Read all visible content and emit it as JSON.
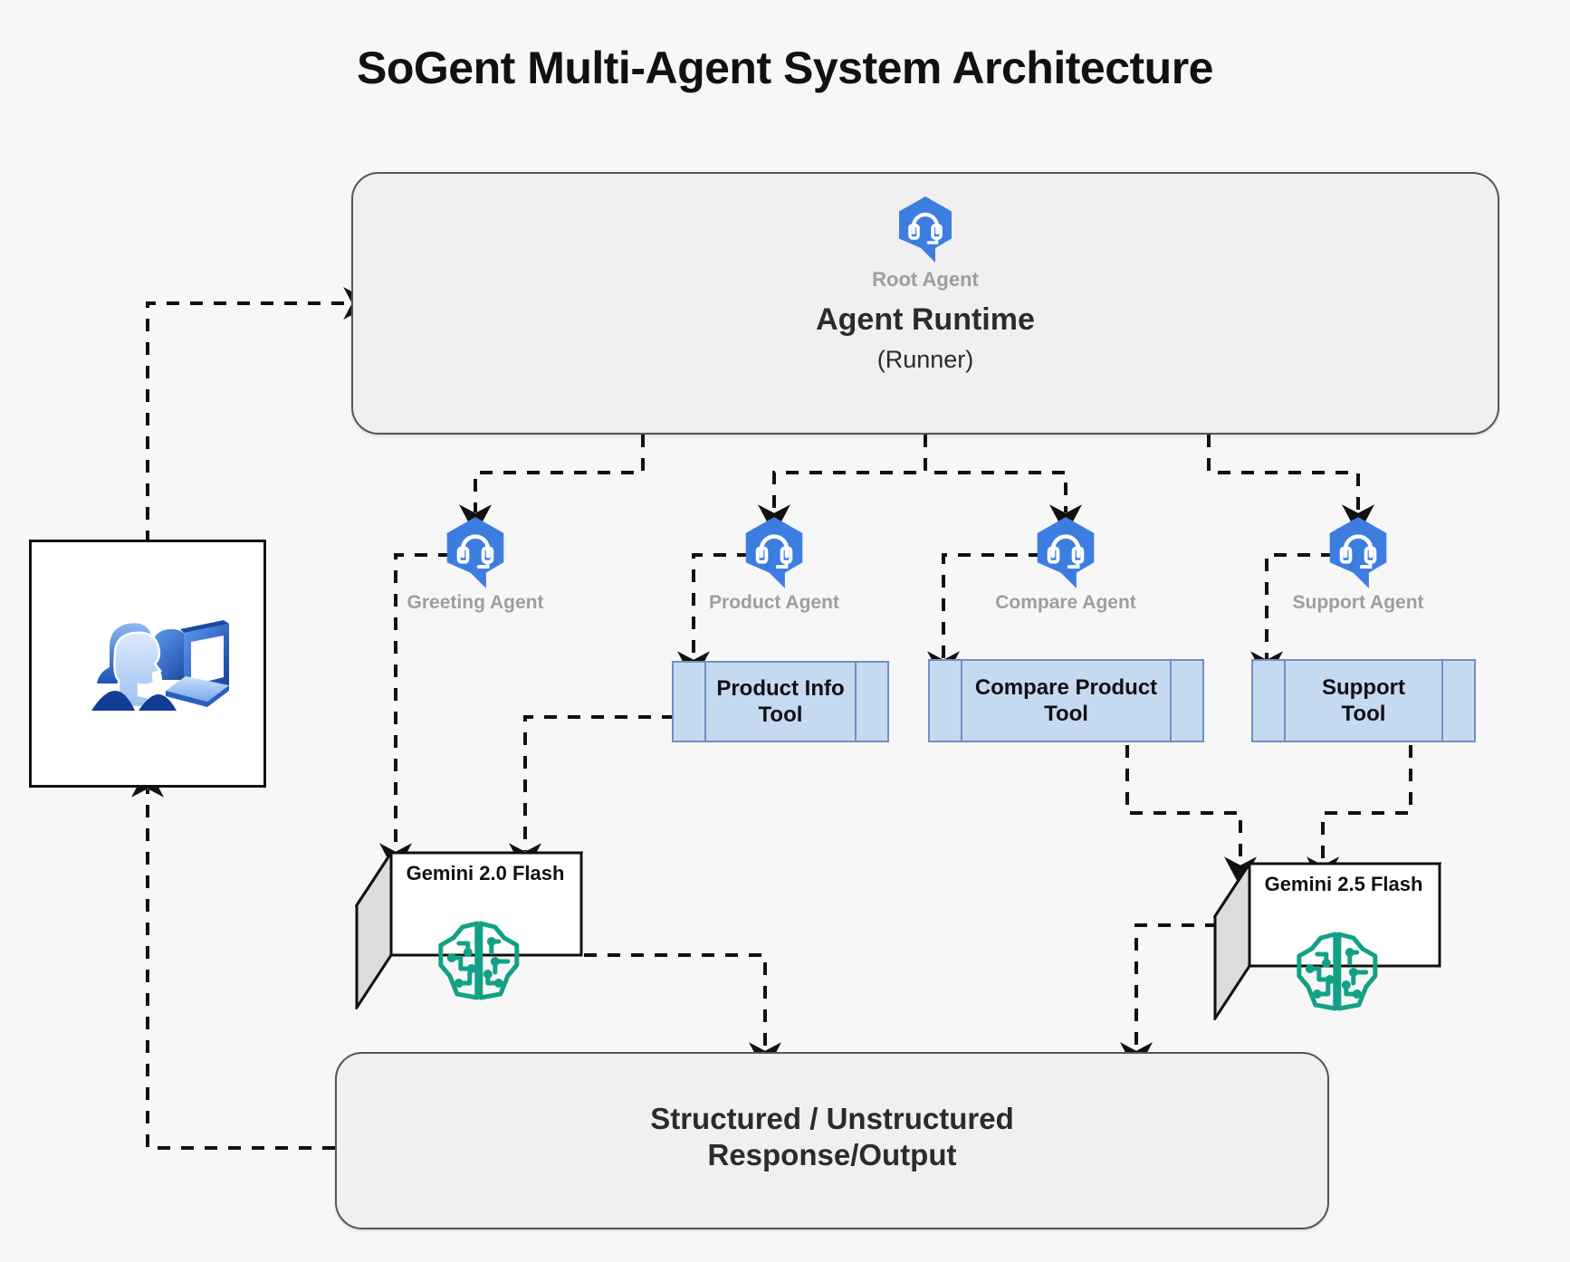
{
  "page": {
    "title": "SoGent Multi-Agent System Architecture",
    "background": "#f7f7f7"
  },
  "colors": {
    "agent_blue": "#3d7de0",
    "agent_blue_dark": "#2f63c4",
    "tool_fill": "#c5d9f1",
    "tool_border": "#6f8fc4",
    "gemini_teal": "#12a186",
    "panel_fill": "#f0f0f0",
    "panel_border": "#555555",
    "caption_gray": "#9e9e9e",
    "edge_black": "#111111"
  },
  "actor": {
    "name": "user-actor",
    "icon": "users-laptop-icon"
  },
  "runtime": {
    "root_agent_icon": "agent-headset-icon",
    "root_agent_label": "Root Agent",
    "title": "Agent Runtime",
    "subtitle": "(Runner)"
  },
  "agents": [
    {
      "id": "greeting",
      "label": "Greeting Agent",
      "icon": "agent-headset-icon"
    },
    {
      "id": "product",
      "label": "Product Agent",
      "icon": "agent-headset-icon"
    },
    {
      "id": "compare",
      "label": "Compare Agent",
      "icon": "agent-headset-icon"
    },
    {
      "id": "support",
      "label": "Support Agent",
      "icon": "agent-headset-icon"
    }
  ],
  "tools": [
    {
      "id": "product-info",
      "line1": "Product Info",
      "line2": "Tool"
    },
    {
      "id": "compare-product",
      "line1": "Compare Product",
      "line2": "Tool"
    },
    {
      "id": "support",
      "line1": "Support",
      "line2": "Tool"
    }
  ],
  "models": [
    {
      "id": "gemini-20-flash",
      "label": "Gemini 2.0 Flash",
      "icon": "brain-circuit-icon"
    },
    {
      "id": "gemini-25-flash",
      "label": "Gemini 2.5 Flash",
      "icon": "brain-circuit-icon"
    }
  ],
  "output": {
    "line1": "Structured / Unstructured",
    "line2": "Response/Output"
  }
}
